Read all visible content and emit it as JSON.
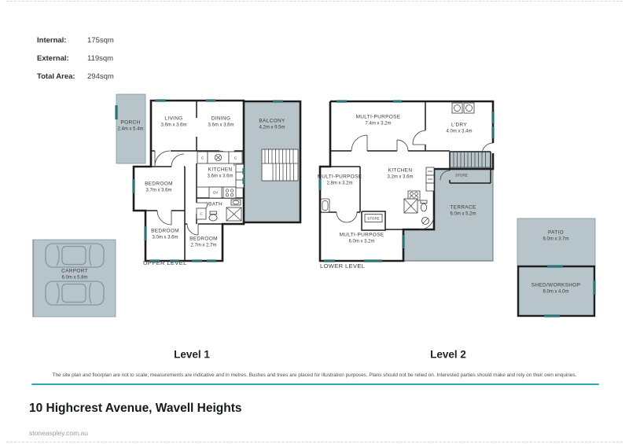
{
  "summary": {
    "rows": [
      {
        "label": "Internal:",
        "value": "175sqm"
      },
      {
        "label": "External:",
        "value": "119sqm"
      },
      {
        "label": "Total Area:",
        "value": "294sqm"
      }
    ]
  },
  "level1": {
    "caption": "Level 1",
    "zone_label": "UPPER LEVEL",
    "rooms": {
      "porch": {
        "name": "PORCH",
        "dims": "2.4m x 5.4m"
      },
      "living": {
        "name": "LIVING",
        "dims": "3.6m x 3.6m"
      },
      "dining": {
        "name": "DINING",
        "dims": "3.6m x 3.6m"
      },
      "balcony": {
        "name": "BALCONY",
        "dims": "4.2m x 9.5m"
      },
      "kitchen": {
        "name": "KITCHEN",
        "dims": "3.6m x 3.6m"
      },
      "bedroom1": {
        "name": "BEDROOM",
        "dims": "3.7m x 3.6m"
      },
      "bath": {
        "name": "BATH"
      },
      "bedroom2": {
        "name": "BEDROOM",
        "dims": "3.0m x 3.6m"
      },
      "bedroom3": {
        "name": "BEDROOM",
        "dims": "2.7m x 2.7m"
      },
      "carport": {
        "name": "CARPORT",
        "dims": "6.0m x 5.8m"
      }
    },
    "fixtures": {
      "oven": "OV",
      "closet": "C"
    }
  },
  "level2": {
    "caption": "Level 2",
    "zone_label": "LOWER LEVEL",
    "rooms": {
      "multi1": {
        "name": "MULTI-PURPOSE",
        "dims": "7.4m x 3.2m"
      },
      "laundry": {
        "name": "L'DRY",
        "dims": "4.0m x 3.4m"
      },
      "multi2": {
        "name": "MULTI-PURPOSE",
        "dims": "2.8m x 3.2m"
      },
      "kitchen": {
        "name": "KITCHEN",
        "dims": "3.2m x 3.6m"
      },
      "store1": {
        "name": "STORE"
      },
      "store2": {
        "name": "STORE"
      },
      "multi3": {
        "name": "MULTI-PURPOSE",
        "dims": "6.0m x 3.2m"
      },
      "terrace": {
        "name": "TERRACE",
        "dims": "6.0m x 5.2m"
      },
      "patio": {
        "name": "PATIO",
        "dims": "6.0m x 3.7m"
      },
      "shed": {
        "name": "SHED/WORKSHOP",
        "dims": "6.0m x 4.0m"
      }
    }
  },
  "footer": {
    "disclaimer": "The site plan and floorplan are not to scale; measurements are indicative and in metres. Bushes and trees are placed for illustration purposes. Plans should not be relied on. Interested parties should make and rely on their own enquiries.",
    "address": "10 Highcrest Avenue, Wavell Heights",
    "website": "stoneaspley.com.au"
  },
  "colors": {
    "outdoor_fill": "#b7c4c9",
    "wall": "#1d1d1b",
    "window_accent": "#2b7276",
    "divider_teal": "#2aa9b8"
  }
}
